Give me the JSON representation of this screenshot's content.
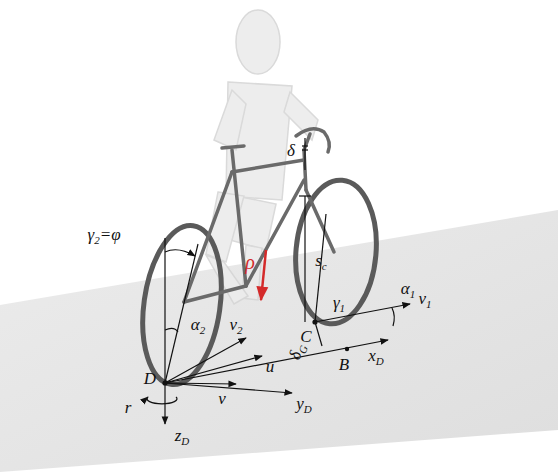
{
  "diagram": {
    "labels": [
      "γ2=φ",
      "δ",
      "ρ",
      "sc",
      "γ1",
      "α1",
      "v1",
      "C",
      "B",
      "xD",
      "δG",
      "α2",
      "v2",
      "u",
      "D",
      "r",
      "v",
      "yD",
      "zD"
    ]
  }
}
